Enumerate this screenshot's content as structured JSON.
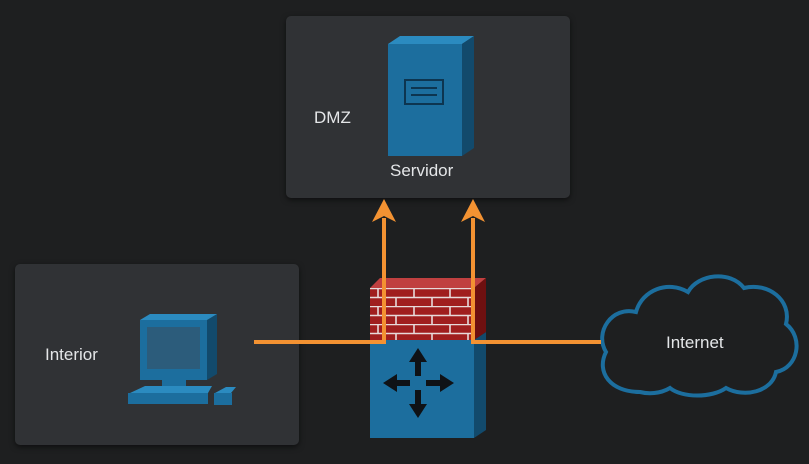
{
  "zones": {
    "dmz": {
      "label": "DMZ"
    },
    "interior": {
      "label": "Interior"
    }
  },
  "nodes": {
    "server": {
      "label": "Servidor",
      "icon": "server-icon"
    },
    "workstation": {
      "icon": "workstation-icon"
    },
    "router": {
      "icon": "router-icon"
    },
    "firewall": {
      "icon": "firewall-icon"
    },
    "internet": {
      "label": "Internet",
      "icon": "cloud-icon"
    }
  },
  "colors": {
    "background": "#1e1f20",
    "zone": "#303235",
    "device": "#1c6e9e",
    "device_dark": "#154f73",
    "brick": "#9b1b1b",
    "link": "#f39232",
    "cloud_stroke": "#1c6e9e"
  }
}
